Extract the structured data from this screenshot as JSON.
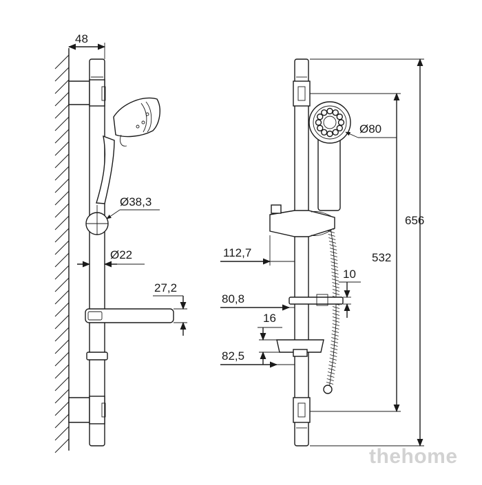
{
  "drawing": {
    "side_view": {
      "dim_width": "48",
      "dim_holder": "Ø38,3",
      "dim_bar": "Ø22",
      "dim_soap_height": "27,2"
    },
    "front_view": {
      "dim_head": "Ø80",
      "dim_slider_offset": "112,7",
      "dim_dish_small_height": "10",
      "dim_dish_small_offset": "80,8",
      "dim_dish_large_height": "16",
      "dim_dish_large_offset": "82,5",
      "dim_total_height": "656",
      "dim_bracket_distance": "532"
    }
  },
  "watermark": "thehome",
  "colors": {
    "line": "#1a1a1a",
    "watermark": "#d2d2d2",
    "background": "#ffffff"
  }
}
